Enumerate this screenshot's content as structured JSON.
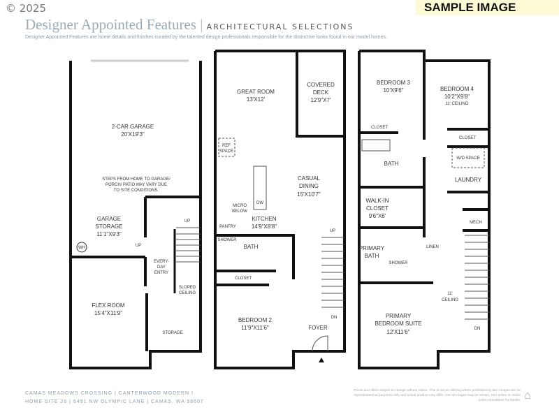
{
  "header": {
    "copyright": "© 2025",
    "badge": "SAMPLE IMAGE",
    "title": "Designer Appointed Features",
    "divider": "|",
    "section": "ARCHITECTURAL SELECTIONS",
    "description": "Designer Appointed Features are home details and finishes curated by the talented design professionals responsible for the distinctive looks found in our model homes."
  },
  "plan1": {
    "garage": "2-CAR GARAGE",
    "garage_dim": "20'X19'3\"",
    "note": [
      "STEPS FROM HOME TO GARAGE/",
      "PORCH/ PATIO MAY VARY DUE",
      "TO SITE CONDITIONS."
    ],
    "storage": [
      "GARAGE",
      "STORAGE"
    ],
    "storage_dim": "11'1\"X9'3\"",
    "wh": "WH",
    "up1": "UP",
    "up2": "UP",
    "entry": [
      "EVERY-",
      "DAY",
      "ENTRY"
    ],
    "sloped": [
      "SLOPED",
      "CEILING"
    ],
    "flex": "FLEX ROOM",
    "flex_dim": "15'4\"X11'9\"",
    "storage2": "STORAGE"
  },
  "plan2": {
    "great": "GREAT ROOM",
    "great_dim": "13'X12'",
    "deck": [
      "COVERED",
      "DECK"
    ],
    "deck_dim": "12'9\"X7'",
    "ref": [
      "REF",
      "SPACE"
    ],
    "micro": [
      "MICRO",
      "BELOW"
    ],
    "dw": "DW",
    "pantry": "PANTRY",
    "kitchen": "KITCHEN",
    "kitchen_dim": "14'9\"X8'8\"",
    "dining": [
      "CASUAL",
      "DINING"
    ],
    "dining_dim": "15'X10'7\"",
    "shower": "SHOWER",
    "bath": "BATH",
    "closet": "CLOSET",
    "bed2": "BEDROOM 2",
    "bed2_dim": "11'9\"X11'6\"",
    "up": "UP",
    "dn": "DN",
    "foyer": "FOYER"
  },
  "plan3": {
    "bed3": "BEDROOM 3",
    "bed3_dim": "10'X9'6\"",
    "bed4": "BEDROOM 4",
    "bed4_dim": "10'2\"X9'8\"",
    "bed4_ceiling": "11' CEILING",
    "closet1": "CLOSET",
    "closet2": "CLOSET",
    "wd": "W/D SPACE",
    "bath": "BATH",
    "laundry": "LAUNDRY",
    "walkin": [
      "WALK-IN",
      "CLOSET"
    ],
    "walkin_dim": "9'6\"X6'",
    "mech": "MECH",
    "linen": "LINEN",
    "pbath": [
      "PRIMARY",
      "BATH"
    ],
    "shower": "SHOWER",
    "ceiling": [
      "11'",
      "CEILING"
    ],
    "suite": [
      "PRIMARY",
      "BEDROOM SUITE"
    ],
    "suite_dim": "12'X11'6\"",
    "dn": "DN"
  },
  "footer": {
    "line1": "CAMAS MEADOWS CROSSING  |  CANTERWOOD MODERN I",
    "line2": "HOME SITE 26  |  6491 NW OLYMPIC LANE  |  CAMAS, WA 98607",
    "disclaimer": "Prices and offers subject to change without notice. This is not an offering where prohibited by law. Images are for representational purposes only and actual product may differ. Not all images may be shown. See online or onsite sales consultants for details.",
    "equal_housing_icon": "equal-housing-icon"
  }
}
